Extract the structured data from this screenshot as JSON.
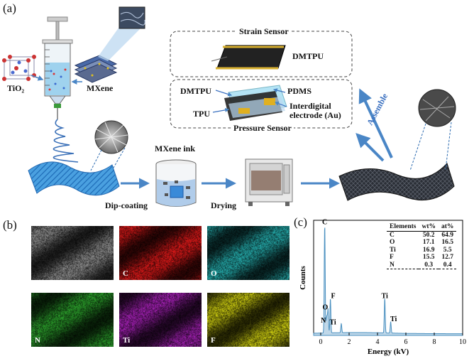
{
  "panels": {
    "a": "(a)",
    "b": "(b)",
    "c": "(c)"
  },
  "schematic": {
    "tio2": "TiO₂",
    "mxene": "MXene",
    "dip_coating": "Dip-coating",
    "mxene_ink": "MXene ink",
    "drying": "Drying",
    "assemble": "Assemble",
    "strain_sensor": {
      "title": "Strain Sensor",
      "material": "DMTPU"
    },
    "pressure_sensor": {
      "title": "Pressure Sensor",
      "labels": [
        "DMTPU",
        "PDMS",
        "TPU",
        "Interdigital electrode (Au)"
      ]
    }
  },
  "mapping": {
    "tiles": [
      {
        "label": "",
        "color": "#8a8a8a"
      },
      {
        "label": "C",
        "color": "#d41818"
      },
      {
        "label": "O",
        "color": "#24a8a8"
      },
      {
        "label": "N",
        "color": "#2a9a2a"
      },
      {
        "label": "Ti",
        "color": "#a020b0"
      },
      {
        "label": "F",
        "color": "#c8c810"
      }
    ]
  },
  "chart_data": {
    "type": "line",
    "xlabel": "Energy (kV)",
    "ylabel": "Counts",
    "xlim": [
      -0.5,
      10
    ],
    "xticks": [
      0,
      2,
      4,
      6,
      8,
      10
    ],
    "series_color": "#4a90c0",
    "peaks": [
      {
        "label": "C",
        "x": 0.28,
        "h": 0.94
      },
      {
        "label": "N",
        "x": 0.39,
        "h": 0.1
      },
      {
        "label": "O",
        "x": 0.52,
        "h": 0.2
      },
      {
        "label": "Ti",
        "x": 0.45,
        "h": 0.12
      },
      {
        "label": "F",
        "x": 0.68,
        "h": 0.3
      },
      {
        "label": "",
        "x": 1.45,
        "h": 0.08
      },
      {
        "label": "Ti",
        "x": 4.51,
        "h": 0.3
      },
      {
        "label": "Ti",
        "x": 4.93,
        "h": 0.1
      }
    ],
    "table": {
      "headers": [
        "Elements",
        "wt%",
        "at%"
      ],
      "rows": [
        [
          "C",
          "50.2",
          "64.9"
        ],
        [
          "O",
          "17.1",
          "16.5"
        ],
        [
          "Ti",
          "16.9",
          "5.5"
        ],
        [
          "F",
          "15.5",
          "12.7"
        ],
        [
          "N",
          "0.3",
          "0.4"
        ]
      ]
    }
  }
}
